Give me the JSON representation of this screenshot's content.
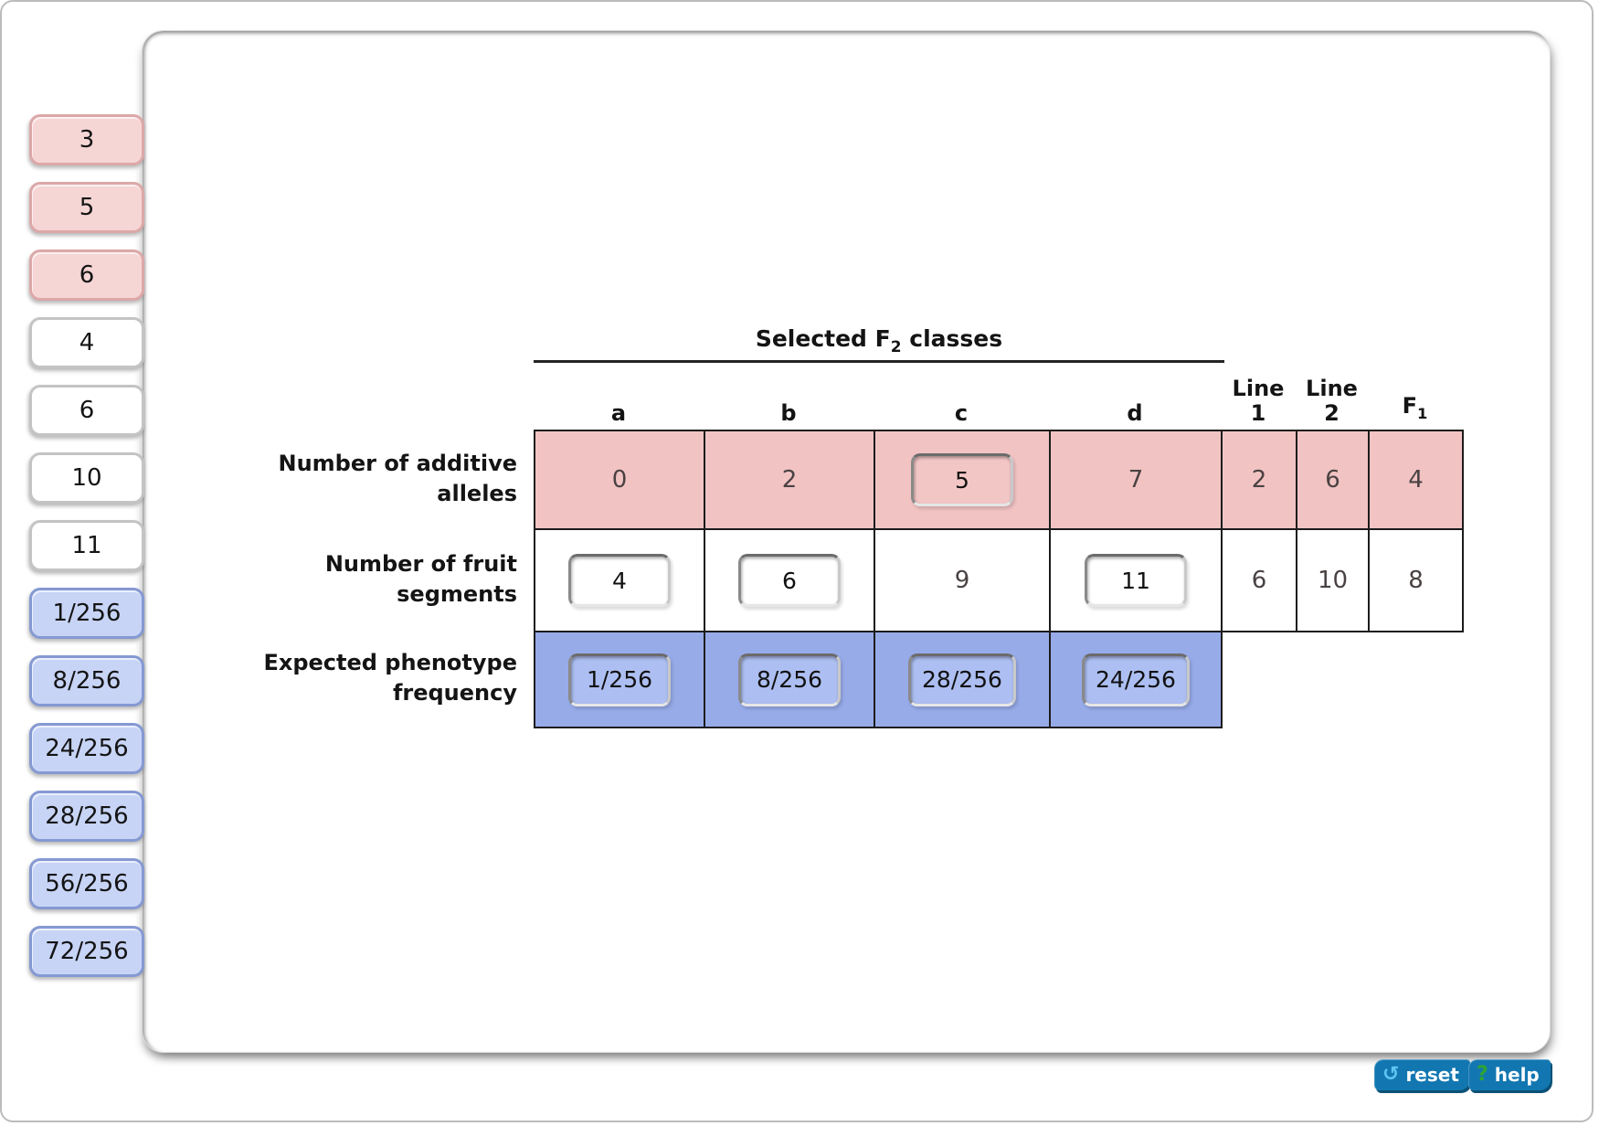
{
  "sidebar": {
    "tokens": [
      {
        "label": "3",
        "style": "pink"
      },
      {
        "label": "5",
        "style": "pink"
      },
      {
        "label": "6",
        "style": "pink"
      },
      {
        "label": "4",
        "style": "white"
      },
      {
        "label": "6",
        "style": "white"
      },
      {
        "label": "10",
        "style": "white"
      },
      {
        "label": "11",
        "style": "white"
      },
      {
        "label": "1/256",
        "style": "blue"
      },
      {
        "label": "8/256",
        "style": "blue"
      },
      {
        "label": "24/256",
        "style": "blue"
      },
      {
        "label": "28/256",
        "style": "blue"
      },
      {
        "label": "56/256",
        "style": "blue"
      },
      {
        "label": "72/256",
        "style": "blue"
      }
    ]
  },
  "table": {
    "title_pre": "Selected F",
    "title_sub": "2",
    "title_post": " classes",
    "columns": {
      "a": "a",
      "b": "b",
      "c": "c",
      "d": "d",
      "line1_top": "Line",
      "line1_bottom": "1",
      "line2_top": "Line",
      "line2_bottom": "2",
      "f1_pre": "F",
      "f1_sub": "1"
    },
    "row_labels": {
      "additive_line1": "Number of additive",
      "additive_line2": "alleles",
      "segments_line1": "Number of fruit",
      "segments_line2": "segments",
      "frequency_line1": "Expected phenotype",
      "frequency_line2": "frequency"
    },
    "additive": {
      "a": "0",
      "b": "2",
      "c": "5",
      "d": "7",
      "line1": "2",
      "line2": "6",
      "f1": "4"
    },
    "segments": {
      "a": "4",
      "b": "6",
      "c": "9",
      "d": "11",
      "line1": "6",
      "line2": "10",
      "f1": "8"
    },
    "frequency": {
      "a": "1/256",
      "b": "8/256",
      "c": "28/256",
      "d": "24/256"
    }
  },
  "footer": {
    "reset": "reset",
    "reset_icon": "↺",
    "help": "help",
    "help_icon": "?"
  },
  "colors": {
    "pink_cell": "#f2c3c3",
    "blue_cell": "#97abe9",
    "pink_token": "#f6d5d5",
    "blue_token": "#c7d4f6",
    "button_blue": "#1277b1",
    "reset_icon": "#5dc6f2",
    "help_icon": "#2fa435"
  }
}
